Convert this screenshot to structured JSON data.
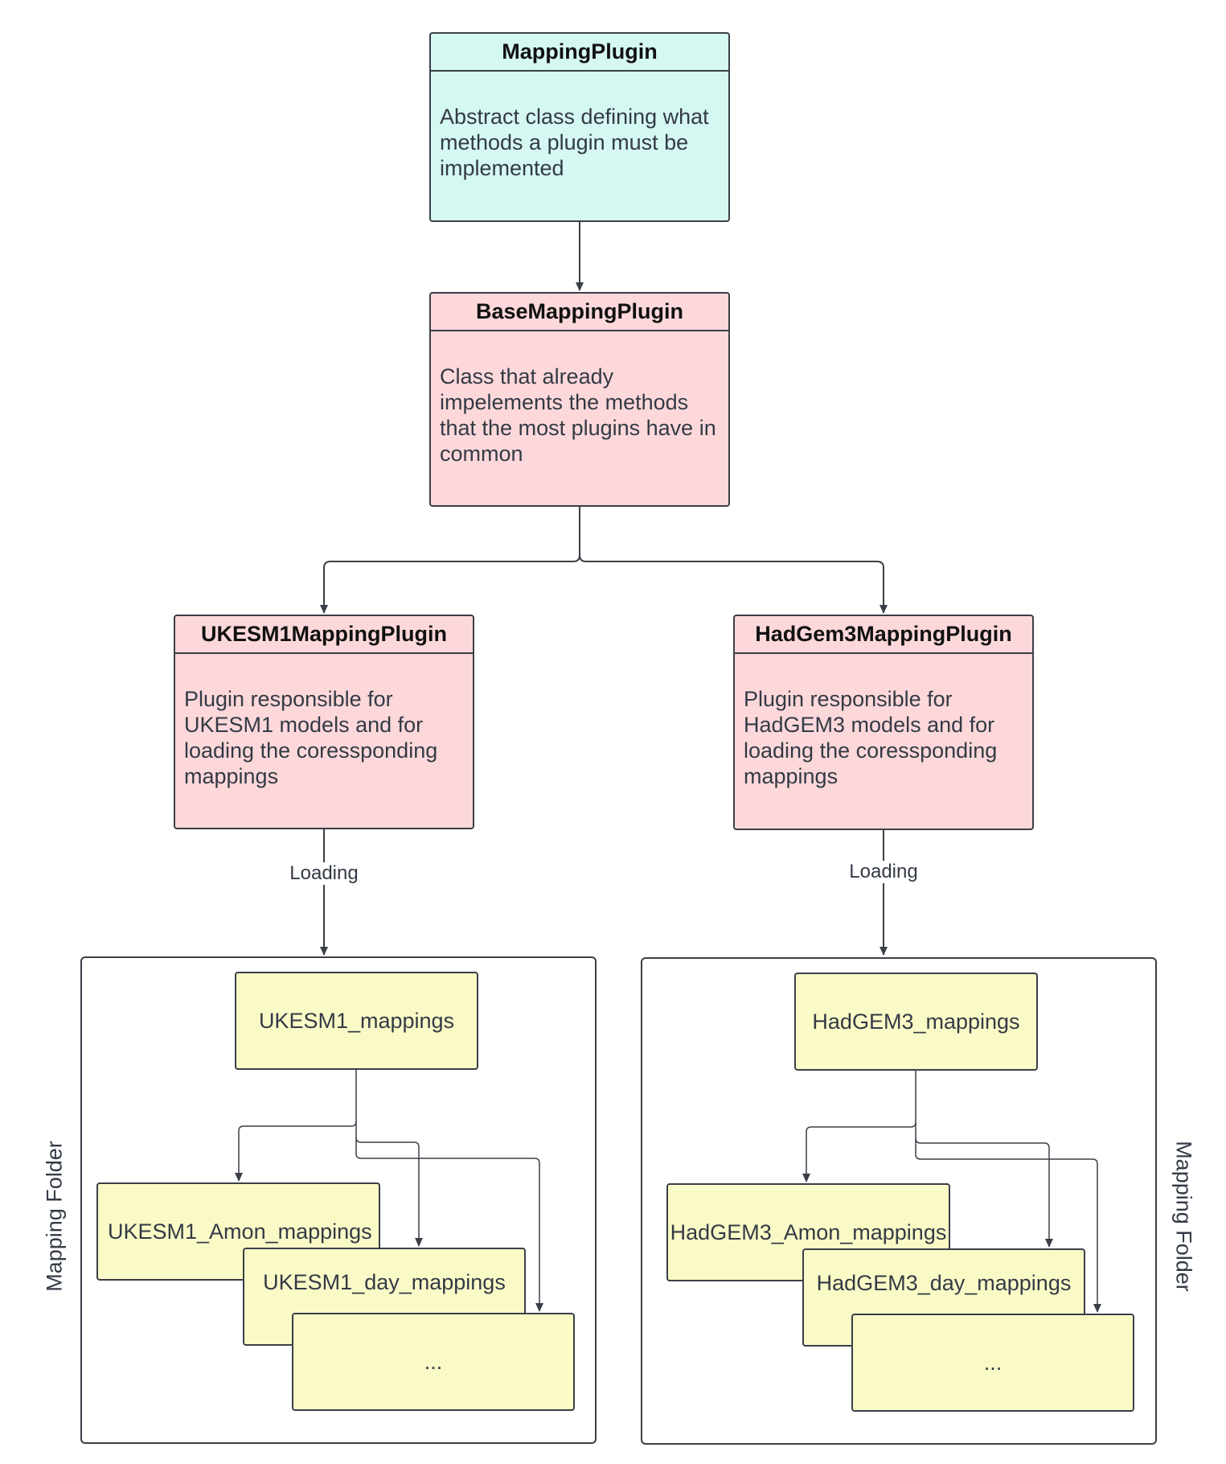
{
  "diagram": {
    "mapping_plugin": {
      "title": "MappingPlugin",
      "description": "Abstract class defining what methods a plugin must be implemented"
    },
    "base_mapping_plugin": {
      "title": "BaseMappingPlugin",
      "description": "Class that already impelements the methods that the most plugins have in common"
    },
    "ukesm1_plugin": {
      "title": "UKESM1MappingPlugin",
      "description": "Plugin responsible for UKESM1 models and for loading the coressponding mappings",
      "edge_label": "Loading"
    },
    "hadgem3_plugin": {
      "title": "HadGem3MappingPlugin",
      "description": "Plugin responsible for HadGEM3 models and for loading the coressponding mappings",
      "edge_label": "Loading"
    },
    "ukesm1_folder": {
      "label": "Mapping Folder",
      "root": "UKESM1_mappings",
      "files": [
        "UKESM1_Amon_mappings",
        "UKESM1_day_mappings",
        "..."
      ]
    },
    "hadgem3_folder": {
      "label": "Mapping Folder",
      "root": "HadGEM3_mappings",
      "files": [
        "HadGEM3_Amon_mappings",
        "HadGEM3_day_mappings",
        "..."
      ]
    },
    "colors": {
      "abstract_fill": "#d5f8f2",
      "class_fill": "#fdd8da",
      "file_fill": "#fafac7",
      "stroke": "#3a3f47"
    }
  }
}
